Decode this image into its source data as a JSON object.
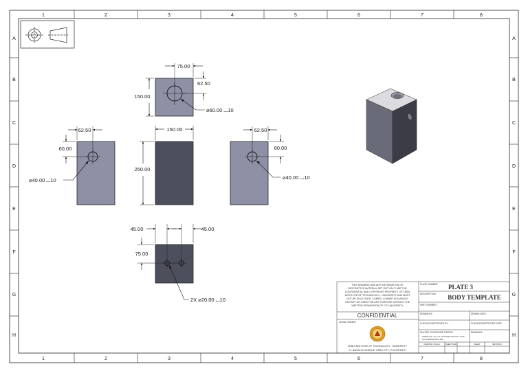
{
  "zones": {
    "columns": [
      "1",
      "2",
      "3",
      "4",
      "5",
      "6",
      "7",
      "8"
    ],
    "rows": [
      "A",
      "B",
      "C",
      "D",
      "E",
      "F",
      "G",
      "H"
    ]
  },
  "dimensions": {
    "top_width": "75.00",
    "top_hole_offset": "62.50",
    "top_height": "150.00",
    "top_hole": "⌀60.00 ⌴10",
    "left_hole_offset_x": "62.50",
    "left_hole_offset_y": "60.00",
    "left_hole": "⌀40.00 ⌴10",
    "front_width": "150.00",
    "front_height": "250.00",
    "right_hole_offset_x": "62.50",
    "right_hole_offset_y": "60.00",
    "right_hole": "⌀40.00 ⌴10",
    "bottom_left_offset": "45.00",
    "bottom_right_offset": "45.00",
    "bottom_vertical": "75.00",
    "bottom_holes": "2X ⌀20.00 ⌴10"
  },
  "title_block": {
    "notice": [
      "THIS DRAWING AND ANY INFORMATION OR",
      "DESCRIPTIVE MATERIAL SET OUT ON IT ARE THE",
      "CONFIDENTIAL AND COPYRIGHT PROPERTY OF CEBU",
      "INSTITUTE OF TECHNOLOGY - UNIVERSITY AND MUST",
      "NOT BE DISCLOSED, COPIED, LOANED IN A WHOLE",
      "OR PART OR USED FOR ANY PURPOSE WITHOUT THE",
      "WRITTEN PERMISSION OF CIT-UNIVERSITY"
    ],
    "confidential": "CONFIDENTIAL",
    "legal_owner": "LEGAL OWNER:",
    "institution": "CEBU INSTITUTE OF TECHNOLOGY - UNIVERSITY",
    "address": "N. BACALSO AVENUE, CEBU CITY, PHILIPPINES",
    "plate_number_label": "PLATE NUMBER:",
    "plate_number": "PLATE 3",
    "description_label": "DESCRIPTION:",
    "description": "BODY TEMPLATE",
    "part_number_label": "PART NUMBER:",
    "drawn_by_label": "DRAWN BY:",
    "drawn_date_label": "DRAWN DATE:",
    "checked_by_label": "CHECKED/APPROVED BY:",
    "checked_date_label": "CHECKED/APPROVED DATE:",
    "unless_label": "UNLESS OTHERWISE STATED:",
    "remarks_label": "REMARKS:",
    "tolerance_note_1": "LINEAR TOL: ±0.1  X.X: ±0.05  ANGULAR TOL: ±0°30'",
    "tolerance_note_2": "ALL DIMENSIONS IN MM",
    "drawing_scale_label": "DRAWING SCALE",
    "sheet_size_label": "SHEET SIZE",
    "sheet_label": "SHEET",
    "revision_label": "REVISION"
  },
  "colors": {
    "face_light": "#8e90a6",
    "face_dark": "#4d4f5d",
    "iso_top": "#dcdce0",
    "iso_left": "#6a6b78",
    "iso_right": "#3b3c46",
    "logo": "#e2a020"
  }
}
